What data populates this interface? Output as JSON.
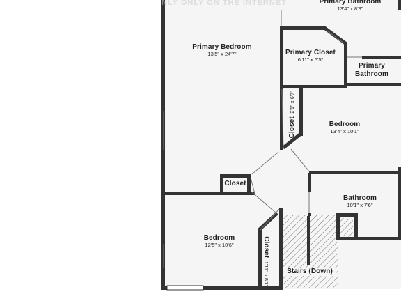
{
  "watermark": "NLY ONLY ON THE INTERNET",
  "rooms": {
    "primary_bathroom_top": {
      "name": "Primary Bathroom",
      "dims": "13'4\" x 8'9\""
    },
    "primary_bedroom": {
      "name": "Primary Bedroom",
      "dims": "13'5\" x 24'7\""
    },
    "primary_closet": {
      "name": "Primary Closet",
      "dims": "6'11\" x 6'5\""
    },
    "primary_bathroom_small": {
      "name": "Primary Bathroom"
    },
    "closet_vertical_upper": {
      "name": "Closet",
      "dims": "2'1\" x 6'7\""
    },
    "bedroom_upper": {
      "name": "Bedroom",
      "dims": "13'4\" x 10'1\""
    },
    "closet_small": {
      "name": "Closet"
    },
    "bathroom": {
      "name": "Bathroom",
      "dims": "10'1\" x 7'6\""
    },
    "bedroom_lower": {
      "name": "Bedroom",
      "dims": "12'5\" x 10'6\""
    },
    "closet_vertical_lower": {
      "name": "Closet",
      "dims": "1'11\" x 8'7\""
    },
    "stairs": {
      "name": "Stairs (Down)"
    }
  },
  "colors": {
    "wall": "#333333",
    "floor": "#f5f5f5",
    "hatch": "#555555"
  }
}
